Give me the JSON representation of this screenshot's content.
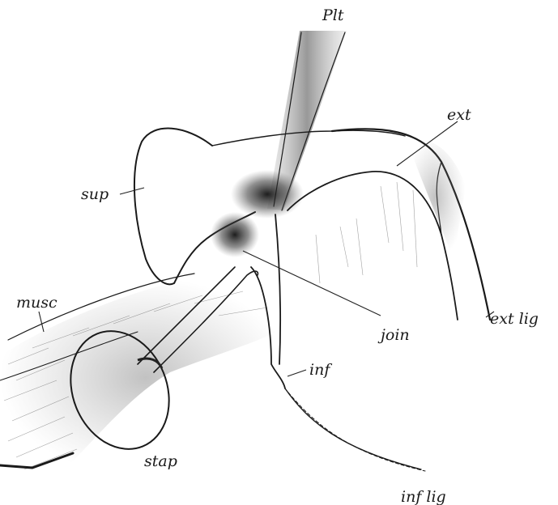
{
  "labels": {
    "plt": "Plt",
    "ext": "ext",
    "sup": "sup",
    "musc": "musc",
    "ext_lig": "ext lig",
    "join": "join",
    "inf": "inf",
    "stap": "stap",
    "inf_lig": "inf lig"
  },
  "colors": {
    "ink": "#1a1a1a",
    "paper": "#ffffff",
    "shade": "#3a3a3a"
  }
}
